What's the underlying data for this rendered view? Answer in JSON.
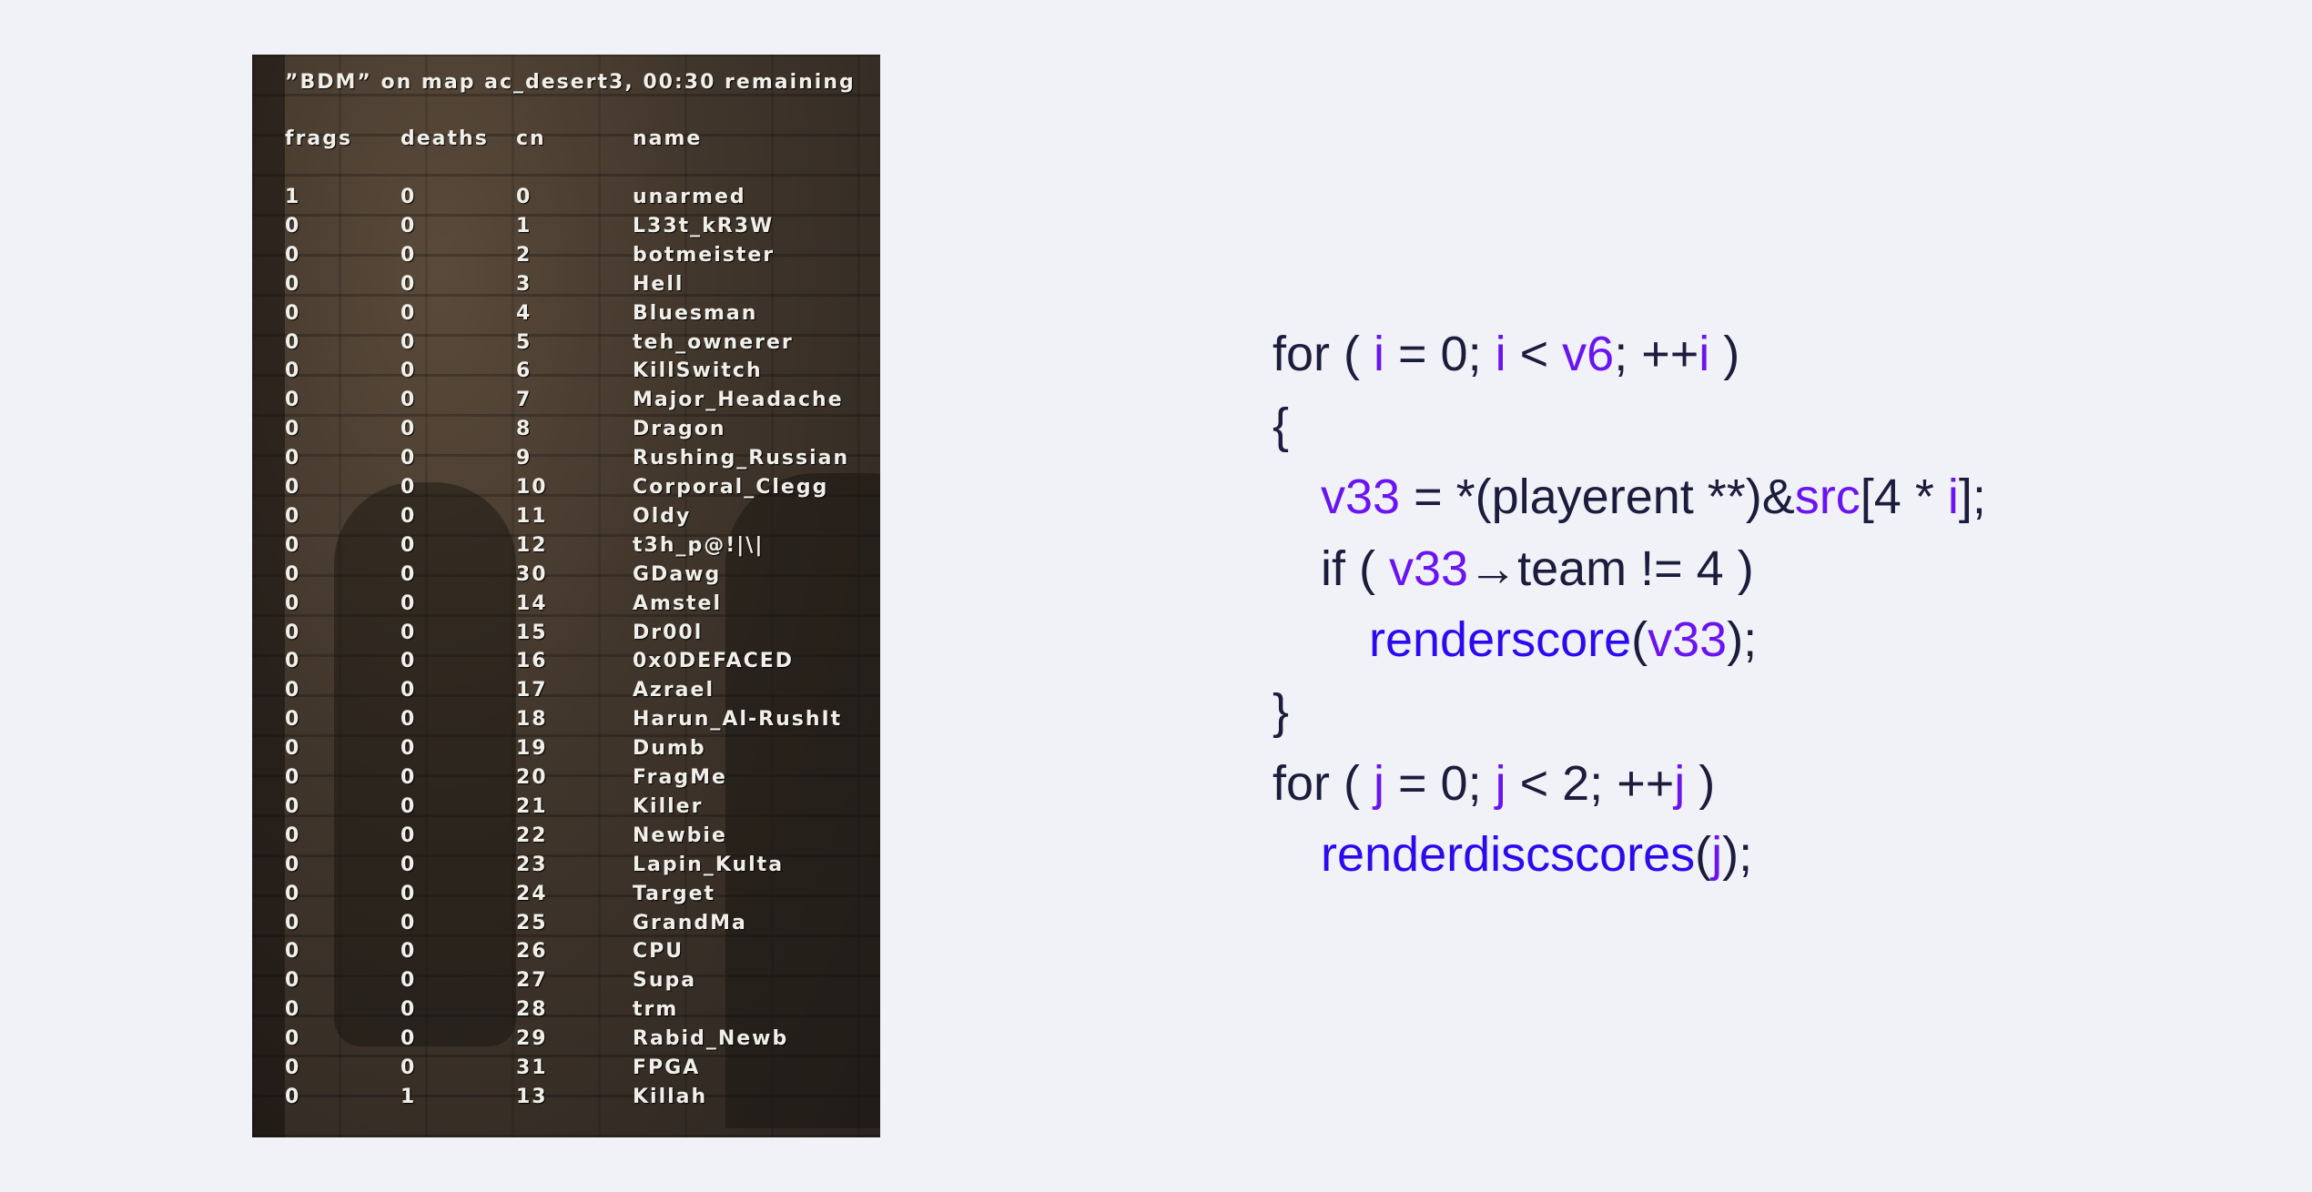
{
  "scoreboard": {
    "title": "”BDM” on map ac_desert3, 00:30 remaining",
    "headers": {
      "frags": "frags",
      "deaths": "deaths",
      "cn": "cn",
      "name": "name"
    },
    "rows": [
      {
        "frags": "1",
        "deaths": "0",
        "cn": "0",
        "name": "unarmed"
      },
      {
        "frags": "0",
        "deaths": "0",
        "cn": "1",
        "name": "L33t_kR3W"
      },
      {
        "frags": "0",
        "deaths": "0",
        "cn": "2",
        "name": "botmeister"
      },
      {
        "frags": "0",
        "deaths": "0",
        "cn": "3",
        "name": "Hell"
      },
      {
        "frags": "0",
        "deaths": "0",
        "cn": "4",
        "name": "Bluesman"
      },
      {
        "frags": "0",
        "deaths": "0",
        "cn": "5",
        "name": "teh_ownerer"
      },
      {
        "frags": "0",
        "deaths": "0",
        "cn": "6",
        "name": "KillSwitch"
      },
      {
        "frags": "0",
        "deaths": "0",
        "cn": "7",
        "name": "Major_Headache"
      },
      {
        "frags": "0",
        "deaths": "0",
        "cn": "8",
        "name": "Dragon"
      },
      {
        "frags": "0",
        "deaths": "0",
        "cn": "9",
        "name": "Rushing_Russian"
      },
      {
        "frags": "0",
        "deaths": "0",
        "cn": "10",
        "name": "Corporal_Clegg"
      },
      {
        "frags": "0",
        "deaths": "0",
        "cn": "11",
        "name": "Oldy"
      },
      {
        "frags": "0",
        "deaths": "0",
        "cn": "12",
        "name": "t3h_p@!|\\|"
      },
      {
        "frags": "0",
        "deaths": "0",
        "cn": "30",
        "name": "GDawg"
      },
      {
        "frags": "0",
        "deaths": "0",
        "cn": "14",
        "name": "Amstel"
      },
      {
        "frags": "0",
        "deaths": "0",
        "cn": "15",
        "name": "Dr00l"
      },
      {
        "frags": "0",
        "deaths": "0",
        "cn": "16",
        "name": "0x0DEFACED"
      },
      {
        "frags": "0",
        "deaths": "0",
        "cn": "17",
        "name": "Azrael"
      },
      {
        "frags": "0",
        "deaths": "0",
        "cn": "18",
        "name": "Harun_Al-RushIt"
      },
      {
        "frags": "0",
        "deaths": "0",
        "cn": "19",
        "name": "Dumb"
      },
      {
        "frags": "0",
        "deaths": "0",
        "cn": "20",
        "name": "FragMe"
      },
      {
        "frags": "0",
        "deaths": "0",
        "cn": "21",
        "name": "Killer"
      },
      {
        "frags": "0",
        "deaths": "0",
        "cn": "22",
        "name": "Newbie"
      },
      {
        "frags": "0",
        "deaths": "0",
        "cn": "23",
        "name": "Lapin_Kulta"
      },
      {
        "frags": "0",
        "deaths": "0",
        "cn": "24",
        "name": "Target"
      },
      {
        "frags": "0",
        "deaths": "0",
        "cn": "25",
        "name": "GrandMa"
      },
      {
        "frags": "0",
        "deaths": "0",
        "cn": "26",
        "name": "CPU"
      },
      {
        "frags": "0",
        "deaths": "0",
        "cn": "27",
        "name": "Supa"
      },
      {
        "frags": "0",
        "deaths": "0",
        "cn": "28",
        "name": "trm"
      },
      {
        "frags": "0",
        "deaths": "0",
        "cn": "29",
        "name": "Rabid_Newb"
      },
      {
        "frags": "0",
        "deaths": "0",
        "cn": "31",
        "name": "FPGA"
      },
      {
        "frags": "0",
        "deaths": "1",
        "cn": "13",
        "name": "Killah"
      }
    ]
  },
  "code": {
    "colors": {
      "plain": "#1c1d3d",
      "var": "#6a14f0",
      "func": "#2b0af0"
    },
    "lines": [
      {
        "indent": 0,
        "tokens": [
          {
            "t": "for ( ",
            "c": "plain"
          },
          {
            "t": "i",
            "c": "var"
          },
          {
            "t": " = 0; ",
            "c": "plain"
          },
          {
            "t": "i",
            "c": "var"
          },
          {
            "t": " < ",
            "c": "plain"
          },
          {
            "t": "v6",
            "c": "var"
          },
          {
            "t": "; ++",
            "c": "plain"
          },
          {
            "t": "i",
            "c": "var"
          },
          {
            "t": " )",
            "c": "plain"
          }
        ]
      },
      {
        "indent": 0,
        "tokens": [
          {
            "t": "{",
            "c": "plain"
          }
        ]
      },
      {
        "indent": 1,
        "tokens": [
          {
            "t": "v33",
            "c": "var"
          },
          {
            "t": " = *(playerent **)&",
            "c": "plain"
          },
          {
            "t": "src",
            "c": "var"
          },
          {
            "t": "[4 * ",
            "c": "plain"
          },
          {
            "t": "i",
            "c": "var"
          },
          {
            "t": "];",
            "c": "plain"
          }
        ]
      },
      {
        "indent": 1,
        "tokens": [
          {
            "t": "if ( ",
            "c": "plain"
          },
          {
            "t": "v33",
            "c": "var"
          },
          {
            "t": "→team != 4 )",
            "c": "plain"
          }
        ]
      },
      {
        "indent": 2,
        "tokens": [
          {
            "t": "renderscore",
            "c": "func"
          },
          {
            "t": "(",
            "c": "plain"
          },
          {
            "t": "v33",
            "c": "var"
          },
          {
            "t": ");",
            "c": "plain"
          }
        ]
      },
      {
        "indent": 0,
        "tokens": [
          {
            "t": "}",
            "c": "plain"
          }
        ]
      },
      {
        "indent": 0,
        "tokens": [
          {
            "t": "for ( ",
            "c": "plain"
          },
          {
            "t": "j",
            "c": "var"
          },
          {
            "t": " = 0; ",
            "c": "plain"
          },
          {
            "t": "j",
            "c": "var"
          },
          {
            "t": " < 2; ++",
            "c": "plain"
          },
          {
            "t": "j",
            "c": "var"
          },
          {
            "t": " )",
            "c": "plain"
          }
        ]
      },
      {
        "indent": 1,
        "tokens": [
          {
            "t": "renderdiscscores",
            "c": "func"
          },
          {
            "t": "(",
            "c": "plain"
          },
          {
            "t": "j",
            "c": "var"
          },
          {
            "t": ");",
            "c": "plain"
          }
        ]
      }
    ]
  }
}
